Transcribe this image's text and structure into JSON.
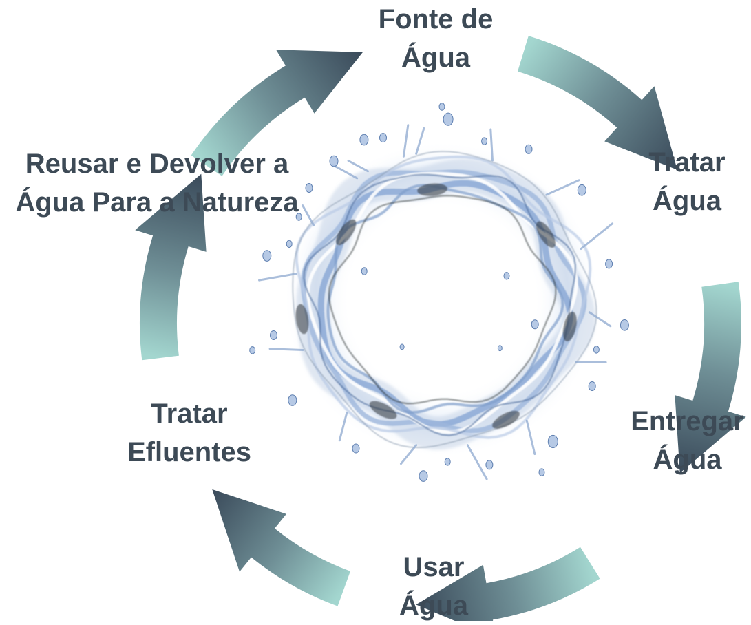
{
  "diagram": {
    "stages": [
      {
        "id": "source",
        "lines": [
          "Fonte de",
          "Água"
        ]
      },
      {
        "id": "treat",
        "lines": [
          "Tratar",
          "Água"
        ]
      },
      {
        "id": "deliver",
        "lines": [
          "Entregar",
          "Água"
        ]
      },
      {
        "id": "use",
        "lines": [
          "Usar",
          "Água"
        ]
      },
      {
        "id": "effluent",
        "lines": [
          "Tratar",
          "Efluentes"
        ]
      },
      {
        "id": "reuse",
        "lines": [
          "Reusar e Devolver a",
          "Água Para a Natureza"
        ]
      }
    ],
    "colors": {
      "label_text": "#3d4a56",
      "arrow_light": "#a3d6cf",
      "arrow_dark": "#3a4a5a",
      "water_blue": "#6c93cc",
      "water_light": "#dce7f5",
      "water_shadow": "#2f3338"
    },
    "center_icon": "water-splash-ring-icon",
    "arrow_icon": "curved-arrow-icon"
  }
}
